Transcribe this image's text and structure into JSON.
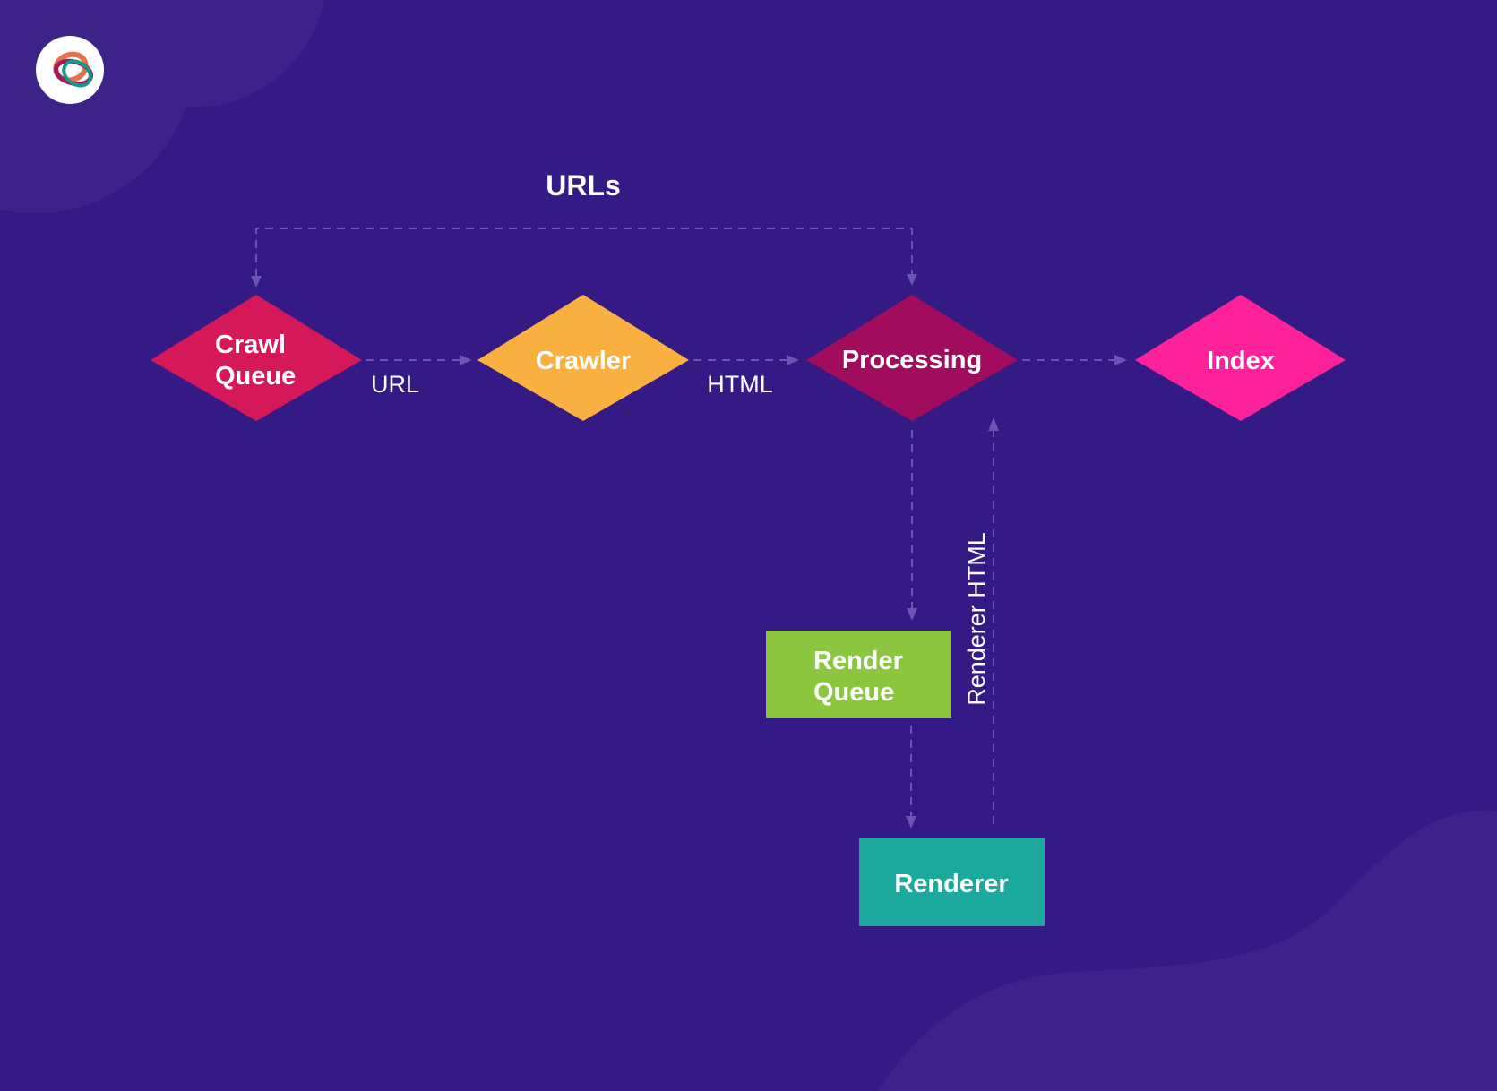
{
  "colors": {
    "background": "#341a85",
    "decoration": "#3d2389",
    "edge": "#6a55b3",
    "text": "#ffffff"
  },
  "logo": {
    "icon": "brand-ring-logo-icon",
    "ring_colors": [
      "#e8704a",
      "#a0195a",
      "#14998a"
    ]
  },
  "title": "URLs",
  "nodes": [
    {
      "id": "crawl-queue",
      "shape": "diamond",
      "lines": [
        "Crawl",
        "Queue"
      ],
      "color": "#d4185a"
    },
    {
      "id": "crawler",
      "shape": "diamond",
      "lines": [
        "Crawler"
      ],
      "color": "#f9b040"
    },
    {
      "id": "processing",
      "shape": "diamond",
      "lines": [
        "Processing"
      ],
      "color": "#a10d5c"
    },
    {
      "id": "index",
      "shape": "diamond",
      "lines": [
        "Index"
      ],
      "color": "#fe229a"
    },
    {
      "id": "render-queue",
      "shape": "rect",
      "lines": [
        "Render",
        "Queue"
      ],
      "color": "#8cc63e"
    },
    {
      "id": "renderer",
      "shape": "rect",
      "lines": [
        "Renderer"
      ],
      "color": "#1aa99c"
    }
  ],
  "edges": [
    {
      "from": "crawl-queue",
      "to": "crawler",
      "label": "URL"
    },
    {
      "from": "crawler",
      "to": "processing",
      "label": "HTML"
    },
    {
      "from": "processing",
      "to": "index",
      "label": ""
    },
    {
      "from": "processing",
      "to": "crawl-queue",
      "label": "URLs"
    },
    {
      "from": "processing",
      "to": "render-queue",
      "label": ""
    },
    {
      "from": "render-queue",
      "to": "renderer",
      "label": ""
    },
    {
      "from": "renderer",
      "to": "processing",
      "label": "Renderer HTML"
    }
  ]
}
